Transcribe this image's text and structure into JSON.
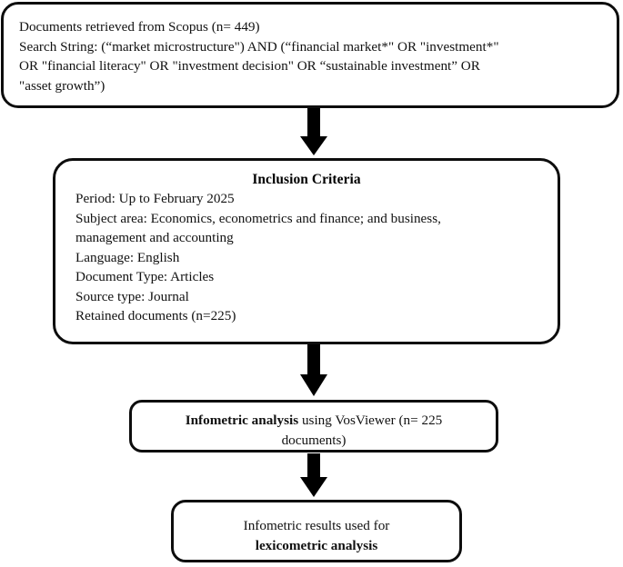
{
  "diagram": {
    "type": "flowchart",
    "title": "Document selection and analysis flow",
    "orientation": "vertical",
    "colors": {
      "box_border": "#0d0d0d",
      "box_fill": "#ffffff",
      "arrow_fill": "#000000",
      "text": "#111111"
    },
    "nodes": [
      {
        "id": "source",
        "name": "documents-retrieved-box",
        "align": "left",
        "lines": [
          "Documents retrieved from Scopus (n= 449)",
          "Search String: (“market microstructure\") AND (“financial market*\" OR \"investment*\"",
          "OR \"financial literacy\" OR \"investment decision\" OR “sustainable investment” OR",
          "\"asset growth”)"
        ]
      },
      {
        "id": "criteria",
        "name": "inclusion-criteria-box",
        "align": "left",
        "heading": "Inclusion Criteria",
        "lines": [
          "Period: Up to February 2025",
          "Subject area: Economics, econometrics and finance; and business,",
          "management and accounting",
          "Language: English",
          "Document Type: Articles",
          "Source type: Journal",
          "Retained documents (n=225)"
        ]
      },
      {
        "id": "infometric",
        "name": "infometric-analysis-box",
        "align": "center",
        "rich_lines": [
          {
            "bold": "Infometric analysis",
            "normal": " using VosViewer (n= 225"
          },
          {
            "bold": "",
            "normal": "documents)"
          }
        ]
      },
      {
        "id": "lexicometric",
        "name": "lexicometric-results-box",
        "align": "center",
        "rich_lines": [
          {
            "bold": "",
            "normal": "Infometric results used for"
          },
          {
            "bold": "lexicometric analysis",
            "normal": ""
          }
        ]
      }
    ],
    "arrows": [
      {
        "id": "arrow-1",
        "name": "arrow-source-to-criteria",
        "from": "source",
        "to": "criteria"
      },
      {
        "id": "arrow-2",
        "name": "arrow-criteria-to-infometric",
        "from": "criteria",
        "to": "infometric"
      },
      {
        "id": "arrow-3",
        "name": "arrow-infometric-to-lexicometric",
        "from": "infometric",
        "to": "lexicometric"
      }
    ],
    "counts": {
      "retrieved": "449",
      "retained": "225",
      "analyzed": "225"
    }
  }
}
